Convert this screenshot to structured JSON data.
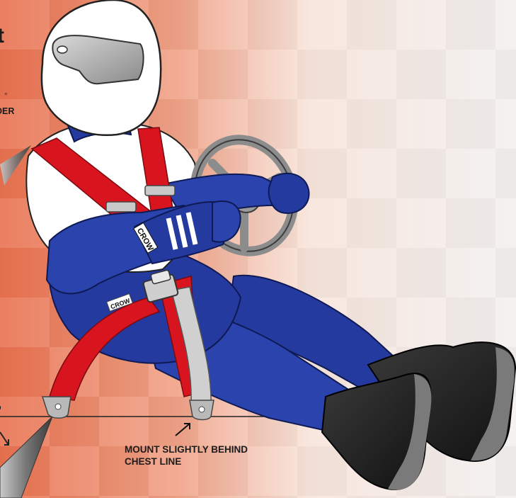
{
  "fragments": {
    "title": "t",
    "degree": "°",
    "shoulder": "DER",
    "small": "o"
  },
  "callout": {
    "line1": "MOUNT SLIGHTLY BEHIND",
    "line2": "CHEST LINE"
  },
  "logo": {
    "glove_text": "CROW",
    "lap_belt_text": "CROW"
  },
  "colors": {
    "background": "#e8775a",
    "helmet": "#ffffff",
    "suit": "#243a9e",
    "harness": "#d8141f",
    "boots": "#1a1a1a",
    "wheel": "#8c8c8c"
  }
}
